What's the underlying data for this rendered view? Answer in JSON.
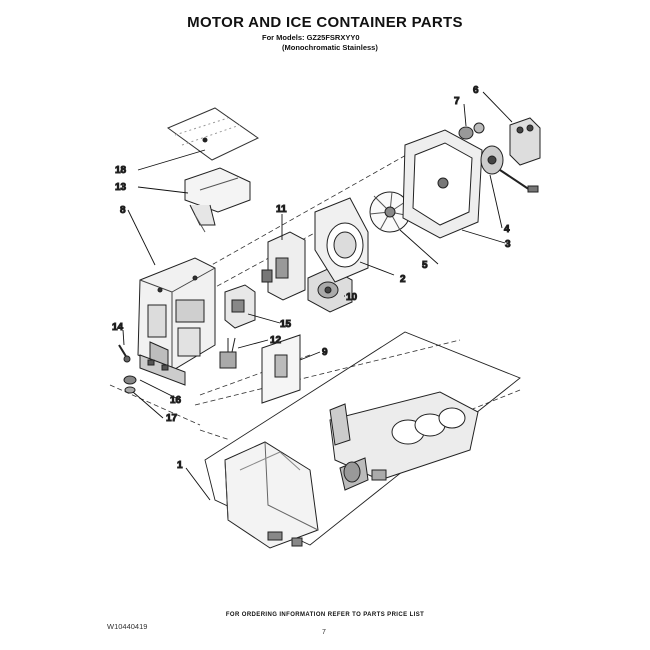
{
  "header": {
    "title": "MOTOR AND ICE CONTAINER PARTS",
    "models_line": "For Models: GZ25FSRXYY0",
    "variant_line": "(Monochromatic Stainless)"
  },
  "callouts": [
    {
      "id": "c1",
      "label": "1"
    },
    {
      "id": "c2",
      "label": "2"
    },
    {
      "id": "c3",
      "label": "3"
    },
    {
      "id": "c4",
      "label": "4"
    },
    {
      "id": "c5",
      "label": "5"
    },
    {
      "id": "c6",
      "label": "6"
    },
    {
      "id": "c7",
      "label": "7"
    },
    {
      "id": "c8",
      "label": "8"
    },
    {
      "id": "c9",
      "label": "9"
    },
    {
      "id": "c10",
      "label": "10"
    },
    {
      "id": "c11",
      "label": "11"
    },
    {
      "id": "c12",
      "label": "12"
    },
    {
      "id": "c13",
      "label": "13"
    },
    {
      "id": "c14",
      "label": "14"
    },
    {
      "id": "c15",
      "label": "15"
    },
    {
      "id": "c16",
      "label": "16"
    },
    {
      "id": "c17",
      "label": "17"
    },
    {
      "id": "c18",
      "label": "18"
    }
  ],
  "footer": {
    "ordering_note": "FOR ORDERING INFORMATION REFER TO PARTS PRICE LIST",
    "doc_number": "W10440419",
    "page_number": "7"
  }
}
